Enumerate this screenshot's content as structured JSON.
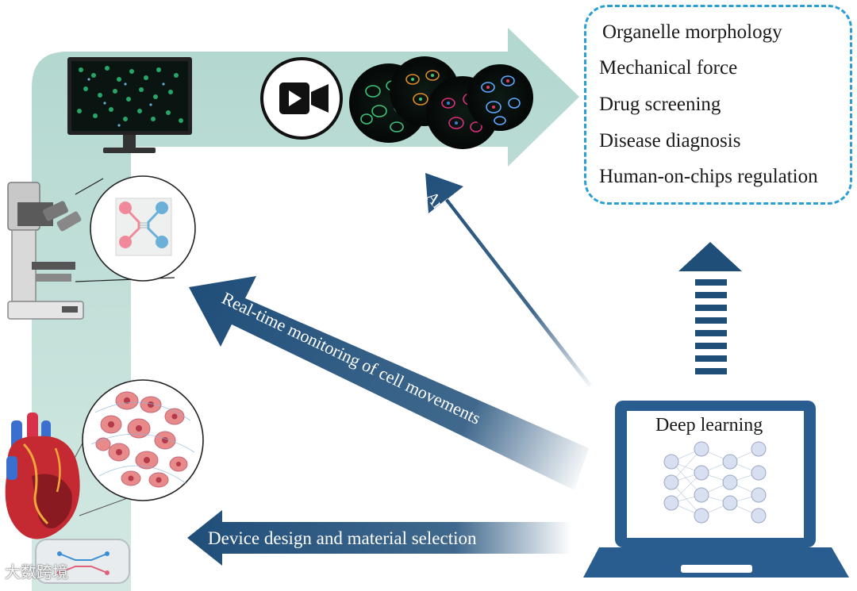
{
  "outcomes": {
    "items": [
      "Organelle morphology",
      "Mechanical force",
      "Drug screening",
      "Disease diagnosis",
      "Human-on-chips regulation"
    ]
  },
  "deep_learning": {
    "title": "Deep learning"
  },
  "arrows": {
    "analysis": "Analysis of images or videos",
    "monitoring": "Real-time monitoring of cell movements",
    "device": "Device design and material selection"
  },
  "watermark": "大数跨境",
  "colors": {
    "flow_band": "#a9d3ca",
    "arrow_navy": "#1f4e79",
    "dashed_border": "#2a9fd6",
    "laptop": "#2a5d8f"
  },
  "icons": [
    "monitor-icon",
    "video-camera-icon",
    "microscope-icon",
    "organ-chip-icon",
    "heart-icon",
    "tissue-cells-icon",
    "neural-network-icon",
    "laptop-icon",
    "chip-device-icon"
  ]
}
